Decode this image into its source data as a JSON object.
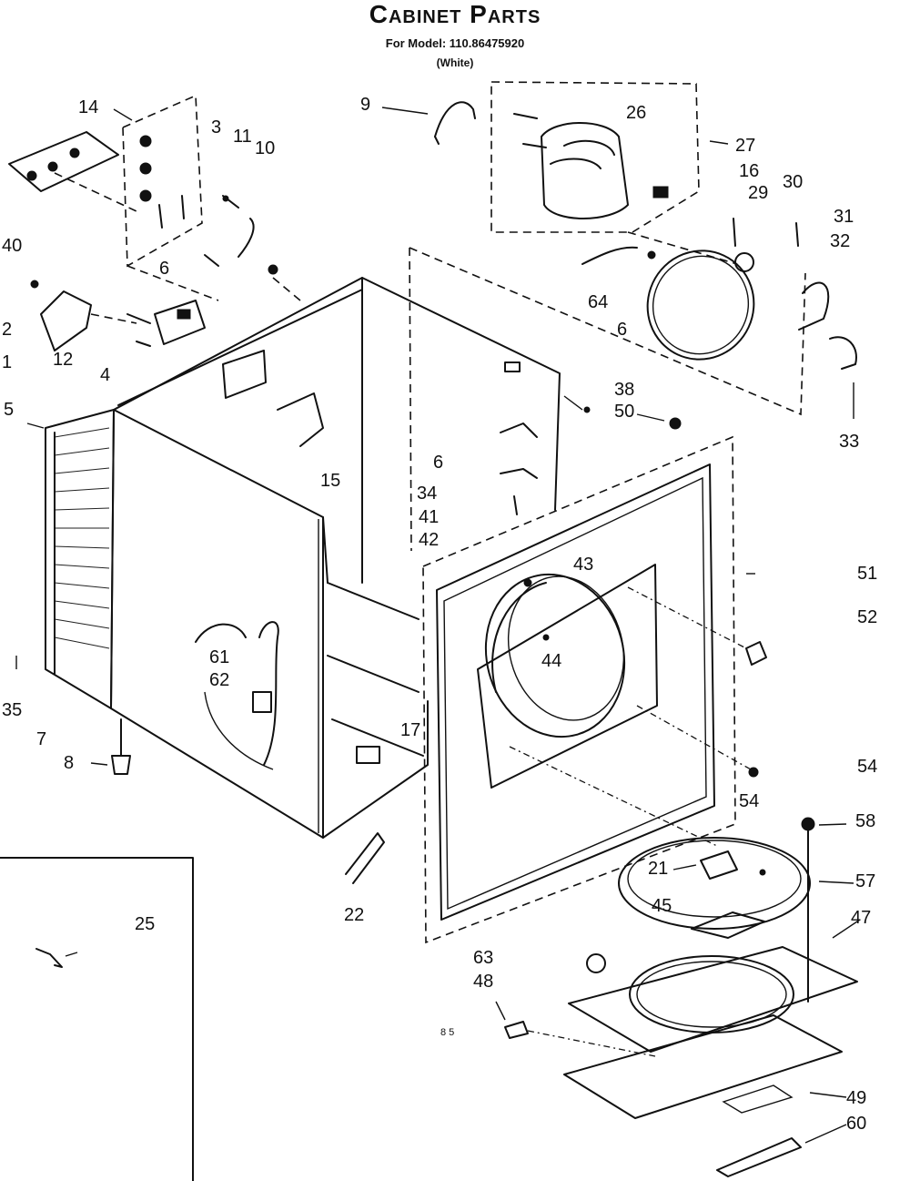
{
  "header": {
    "title": "Cabinet Parts",
    "model": "For Model: 110.86475920",
    "color": "(White)"
  },
  "callouts": {
    "c14": "14",
    "c3": "3",
    "c11": "11",
    "c10": "10",
    "c40": "40",
    "c6a": "6",
    "c2": "2",
    "c1": "1",
    "c12": "12",
    "c4": "4",
    "c5": "5",
    "c15": "15",
    "c35": "35",
    "c7": "7",
    "c8": "8",
    "c61": "61",
    "c62": "62",
    "c17": "17",
    "c22": "22",
    "c25": "25",
    "c9": "9",
    "c26": "26",
    "c27": "27",
    "c16": "16",
    "c29": "29",
    "c30": "30",
    "c31": "31",
    "c32": "32",
    "c64": "64",
    "c6b": "6",
    "c33": "33",
    "c38": "38",
    "c50": "50",
    "c6c": "6",
    "c34": "34",
    "c41": "41",
    "c42": "42",
    "c43": "43",
    "c51": "51",
    "c52": "52",
    "c44": "44",
    "c54a": "54",
    "c54b": "54",
    "c58": "58",
    "c21": "21",
    "c57": "57",
    "c45": "45",
    "c47": "47",
    "c63": "63",
    "c48": "48",
    "c49": "49",
    "c60": "60"
  },
  "page_code": "8 5"
}
